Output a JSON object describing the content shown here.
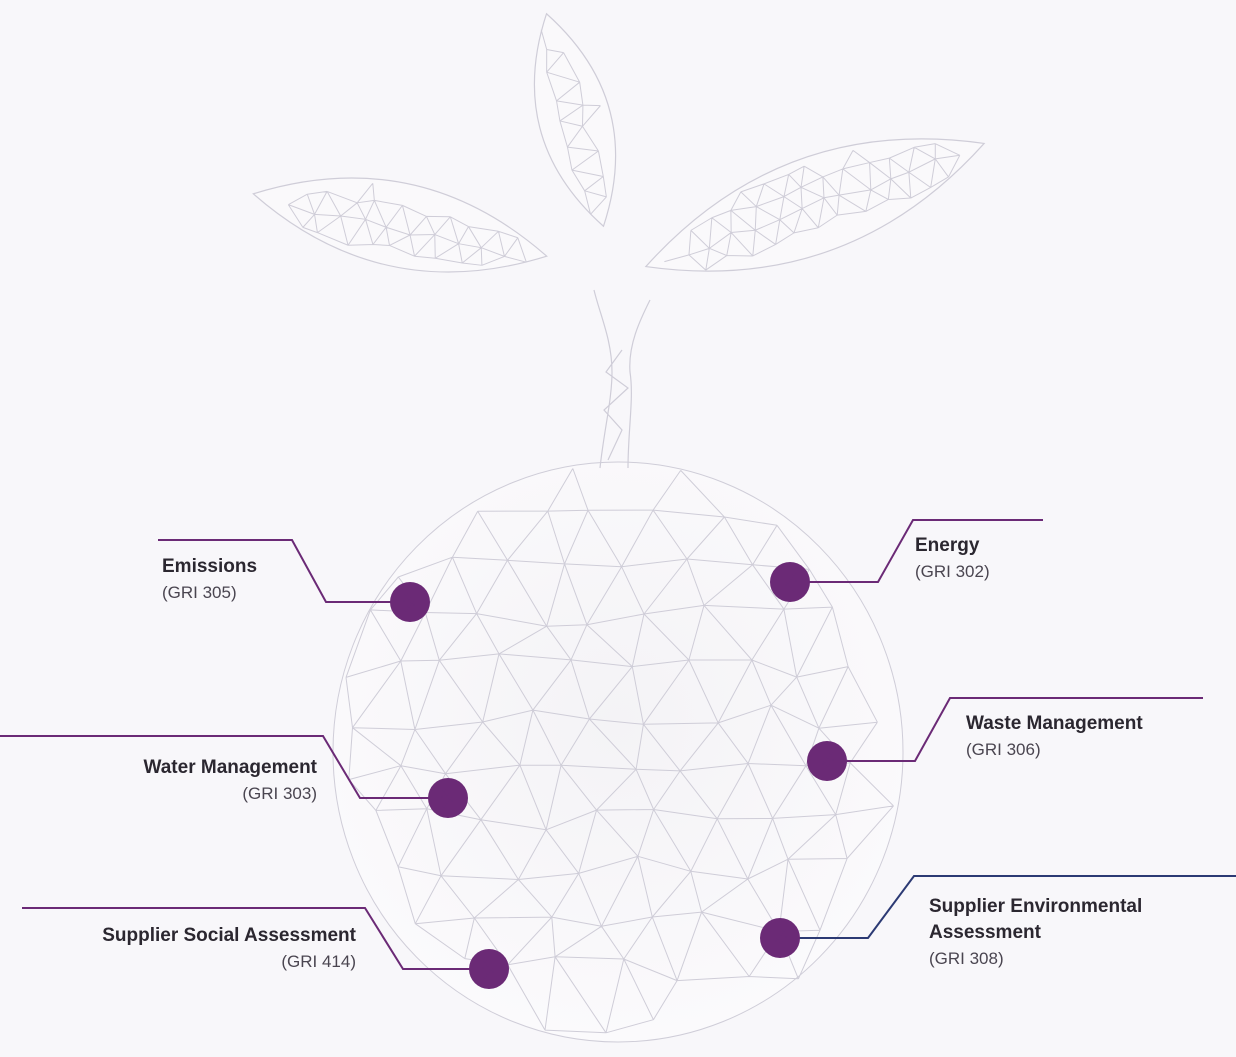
{
  "colors": {
    "accent": "#6b2a76",
    "connector": "#6b2a76",
    "connector_alt": "#2c3a74",
    "mesh": "#cfcdd8",
    "background": "#f8f7fa"
  },
  "hotspot_icon": "chevron-dots-icon",
  "topics": {
    "emissions": {
      "title": "Emissions",
      "code": "(GRI 305)"
    },
    "energy": {
      "title": "Energy",
      "code": "(GRI 302)"
    },
    "water": {
      "title": "Water Management",
      "code": "(GRI 303)"
    },
    "waste": {
      "title": "Waste Management",
      "code": "(GRI 306)"
    },
    "social": {
      "title": "Supplier Social Assessment",
      "code": "(GRI 414)"
    },
    "env": {
      "title": "Supplier Environmental Assessment",
      "code": "(GRI 308)"
    }
  }
}
